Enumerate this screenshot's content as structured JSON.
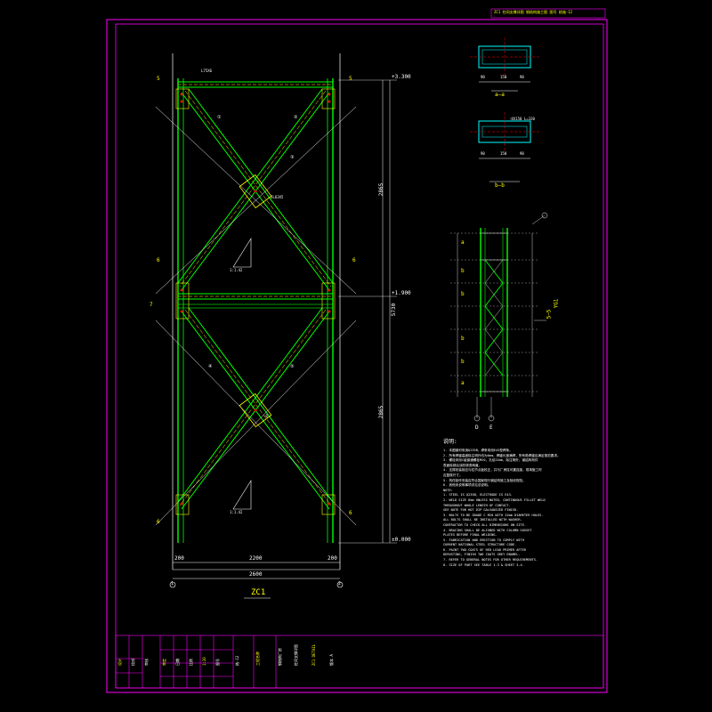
{
  "drawing": {
    "title_mark": "ZC1",
    "elevation_top": "+3.300",
    "elevation_mid": "+1.900",
    "elevation_bottom": "±0.000",
    "dim_width": "2600",
    "dim_height_total": "5730",
    "dim_upper": "2865",
    "dim_lower": "2865",
    "dim_bottom_a": "200",
    "dim_bottom_b": "2200",
    "dim_bottom_c": "200",
    "grid_left": "1",
    "grid_right": "2",
    "section_marks": {
      "top_left": "5",
      "top_right": "5",
      "mid_left_a": "6",
      "mid_left_b": "7",
      "mid_right": "6",
      "bot_left": "6",
      "bot_right": "6"
    },
    "slope_upper": "1:1.42",
    "slope_lower": "1:1.42",
    "part_numbers": [
      "①",
      "②",
      "③",
      "④",
      "⑤"
    ],
    "member_labels": {
      "top_beam": "L75X6",
      "brace": "2L63X5",
      "gusset": "-8"
    }
  },
  "section_aa": {
    "title": "a—a",
    "dims": [
      "90",
      "150",
      "90"
    ]
  },
  "section_bb": {
    "title": "b—b",
    "dims": [
      "90",
      "150",
      "90"
    ],
    "note": "-8X150 L=320"
  },
  "section_55": {
    "title": "5—5",
    "sub": "YG1",
    "dims": [
      "a",
      "b",
      "b",
      "b",
      "b",
      "a"
    ],
    "grid_a": "D",
    "grid_b": "E"
  },
  "notes": {
    "heading": "说明:",
    "items": [
      "1. 本图钢材采用Q235B，焊条采用E43型焊条。",
      "2. 所有焊缝高度除注明外均为6mm，焊缝长度满焊，所有角焊缝应满足规范要求。",
      "3. 螺栓采用C级普通螺栓M20，孔径22mm，除注明外，钢结构构件",
      "   表面除锈后涂防锈漆两道。",
      "4. 支撑安装前应与柱节点板校正，并与厂房柱可靠连接，现场施工时",
      "   应复核尺寸。",
      "5. 构件制作安装应符合国家现行钢结构施工及验收规范。",
      "6. 其他未说明事项详见总说明。",
      "NOTE:",
      "1. STEEL IS Q235B, ELECTRODE IS E43.",
      "2. WELD SIZE 6mm UNLESS NOTED, CONTINUOUS FILLET WELD",
      "   THROUGHOUT WHOLE LENGTH OF CONTACT.",
      "   SEE NOTE FOR HOT DIP GALVANIZED FINISH.",
      "3. BOLTS TO BE GRADE C M20 WITH 22mm DIAMETER HOLES.",
      "   ALL BOLTS SHALL BE INSTALLED WITH WASHER.",
      "   CONTRACTOR TO CHECK ALL DIMENSIONS ON SITE.",
      "4. BRACING SHALL BE ALIGNED WITH COLUMN GUSSET",
      "   PLATES BEFORE FINAL WELDING.",
      "5. FABRICATION AND ERECTION TO COMPLY WITH",
      "   CURRENT NATIONAL STEEL STRUCTURE CODE.",
      "6. PAINT TWO COATS OF RED LEAD PRIMER AFTER",
      "   DERUSTING, FINISH TWO COATS GREY ENAMEL.",
      "7. REFER TO GENERAL NOTES FOR OTHER REQUIREMENTS.",
      "8. SIZE OF PART SEE TABLE 1-3 & SHEET 3-4."
    ]
  },
  "title_block": {
    "top_strip": "ZC1 柱间支撑详图 钢结构施工图 图号 结施-12",
    "cells": [
      "设计",
      "校对",
      "审核",
      "审定",
      "日期",
      "比例",
      "1:20",
      "图号",
      "结-12",
      "工程名称",
      "钢结构厂房",
      "柱间支撑详图",
      "ZC1 DETAIL",
      "版本 A"
    ]
  }
}
